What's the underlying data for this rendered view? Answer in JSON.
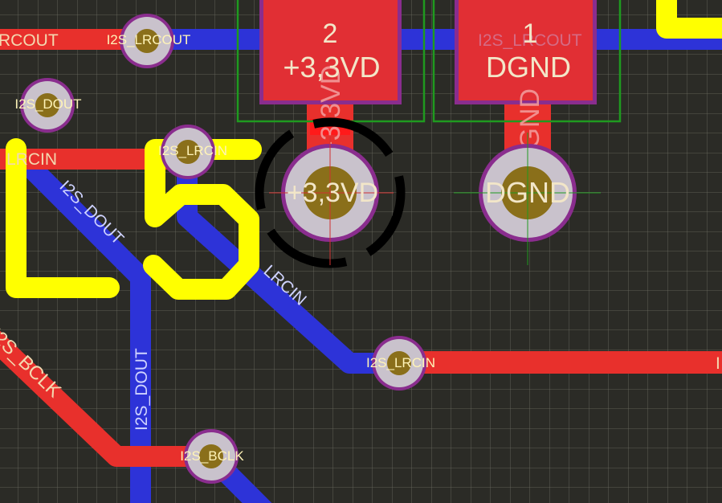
{
  "view": {
    "app": "PCB layout editor",
    "grid": true,
    "colors": {
      "background": "#2b2b26",
      "grid": "#6b6b62",
      "top_layer": "#e8302c",
      "bottom_layer": "#2d33d8",
      "silkscreen": "#ffff00",
      "via_ring": "#8a2d8e",
      "via_pad": "#c9c2cc",
      "via_hole": "#8a6f1a",
      "label": "#f3e9a2",
      "courtyard": "#1f9a1f",
      "keepout": "#000000"
    }
  },
  "nets": {
    "lrcout_left": "RCOUT",
    "lrcout_pad": "I2S_LRCOUT",
    "lrcout_ghost": "I2S_LRCOUT",
    "dout_via": "I2S_DOUT",
    "lrcin_left": "LRCIN",
    "lrcin_via_top": "I2S_LRCIN",
    "dout_trace_diag": "I2S_DOUT",
    "dout_trace_vert": "I2S_DOUT",
    "lrcin_trace_diag": "LRCIN",
    "lrcin_via_bottom": "I2S_LRCIN",
    "lrcin_right_cut": "I",
    "bclk_trace": "I2S_BCLK",
    "bclk_via": "I2S_BCLK"
  },
  "pads": [
    {
      "number": "2",
      "net": "+3,3VD",
      "trace_label": "+3,3VD"
    },
    {
      "number": "1",
      "net": "DGND",
      "trace_label": "DGND"
    }
  ],
  "through_holes": [
    {
      "net": "+3,3VD"
    },
    {
      "net": "DGND"
    }
  ],
  "silkscreen_text": "L5"
}
